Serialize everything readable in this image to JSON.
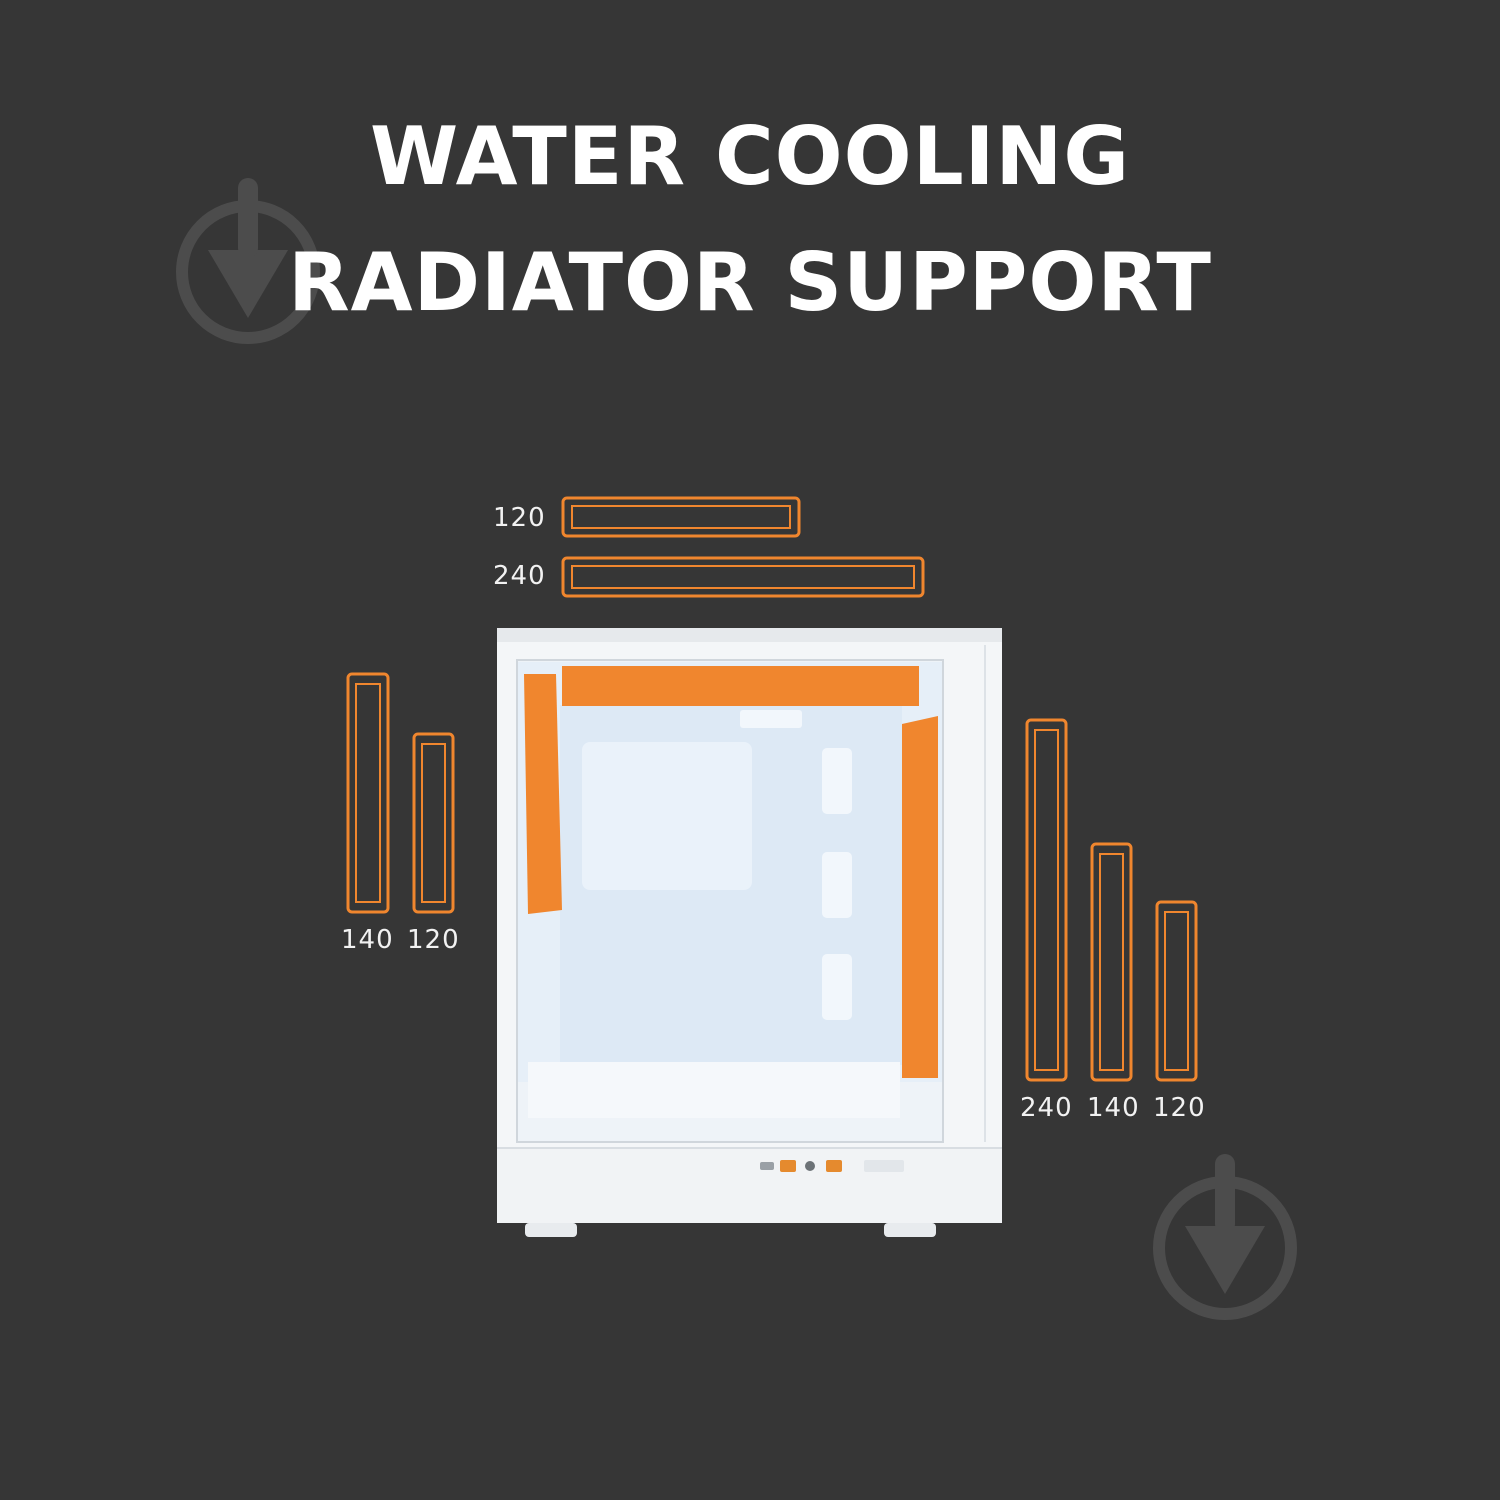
{
  "title": {
    "line1": "WATER COOLING",
    "line2": "RADIATOR SUPPORT"
  },
  "top_mounts": [
    "120",
    "240"
  ],
  "front_mounts": [
    "140",
    "120"
  ],
  "rear_mounts": [
    "240",
    "140",
    "120"
  ],
  "colors": {
    "background": "#363636",
    "accent": "#f0862e",
    "case": "#f4f6f8",
    "interior": "#e4eef7",
    "watermark": "#555555"
  },
  "watermark_icon": "download-arrow-icon"
}
